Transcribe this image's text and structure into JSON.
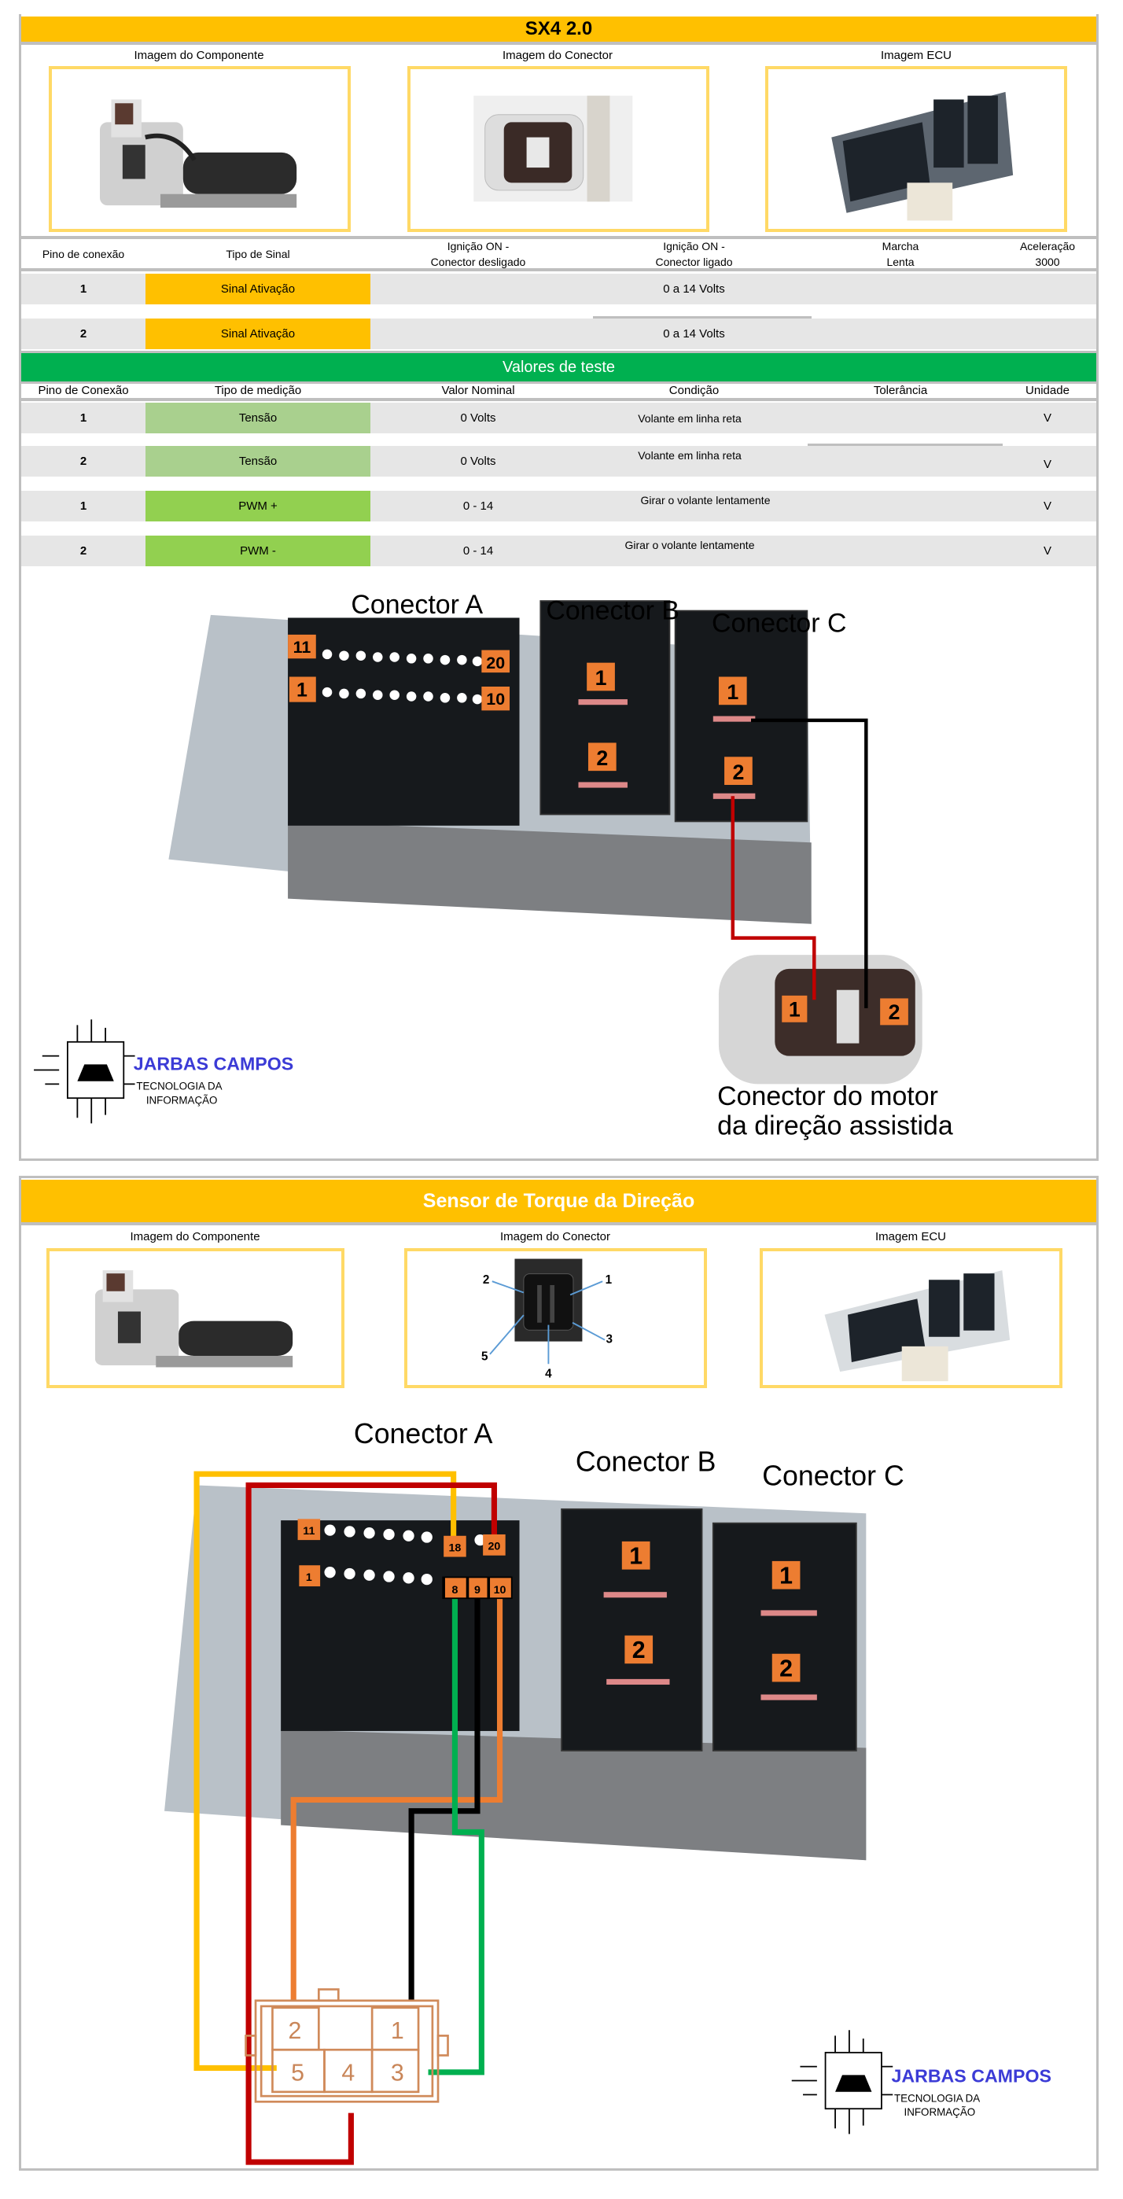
{
  "section1": {
    "title": "SX4 2.0",
    "image_labels": [
      "Imagem do Componente",
      "Imagem do Conector",
      "Imagem ECU"
    ],
    "signal_table": {
      "headers": {
        "pin": "Pino de conexão",
        "type": "Tipo de Sinal",
        "ign_off_1": "Ignição ON -",
        "ign_off_2": "Conector desligado",
        "ign_on_1": "Ignição ON -",
        "ign_on_2": "Conector ligado",
        "idle_1": "Marcha",
        "idle_2": "Lenta",
        "accel_1": "Aceleração",
        "accel_2": "3000"
      },
      "rows": [
        {
          "pin": "1",
          "type": "Sinal Ativação",
          "value": "0 a 14 Volts"
        },
        {
          "pin": "2",
          "type": "Sinal Ativação",
          "value": "0 a 14 Volts"
        }
      ]
    },
    "test_title": "Valores de teste",
    "test_table": {
      "headers": {
        "pin": "Pino de Conexão",
        "type": "Tipo de medição",
        "nominal": "Valor Nominal",
        "condition": "Condição",
        "tolerance": "Tolerância",
        "unit": "Unidade"
      },
      "rows": [
        {
          "pin": "1",
          "type": "Tensão",
          "nominal": "0 Volts",
          "condition": "Volante em linha reta",
          "unit": "V"
        },
        {
          "pin": "2",
          "type": "Tensão",
          "nominal": "0 Volts",
          "condition": "Volante em linha reta",
          "unit": "V"
        },
        {
          "pin": "1",
          "type": "PWM +",
          "nominal": "0 - 14",
          "condition": "Girar o volante lentamente",
          "unit": "V"
        },
        {
          "pin": "2",
          "type": "PWM -",
          "nominal": "0 - 14",
          "condition": "Girar o volante lentamente",
          "unit": "V"
        }
      ]
    },
    "diagram": {
      "connector_a": "Conector A",
      "connector_b": "Conector B",
      "connector_c": "Conector C",
      "pins": {
        "p11": "11",
        "p20": "20",
        "p1": "1",
        "p10": "10",
        "b1": "1",
        "b2": "2",
        "c1": "1",
        "c2": "2",
        "m1": "1",
        "m2": "2"
      },
      "motor_label_1": "Conector do motor",
      "motor_label_2": "da direção assistida"
    }
  },
  "section2": {
    "title": "Sensor de Torque da Direção",
    "image_labels": [
      "Imagem do Componente",
      "Imagem do Conector",
      "Imagem ECU"
    ],
    "connector_pin_labels": {
      "p1": "1",
      "p2": "2",
      "p3": "3",
      "p4": "4",
      "p5": "5"
    },
    "diagram": {
      "connector_a": "Conector A",
      "connector_b": "Conector B",
      "connector_c": "Conector C",
      "pins": {
        "p11": "11",
        "p18": "18",
        "p20": "20",
        "p1": "1",
        "p8": "8",
        "p9": "9",
        "p10": "10",
        "b1": "1",
        "b2": "2",
        "c1": "1",
        "c2": "2"
      },
      "sensor_pins": {
        "s1": "1",
        "s2": "2",
        "s3": "3",
        "s4": "4",
        "s5": "5"
      }
    }
  },
  "logo": {
    "name": "JARBAS CAMPOS",
    "line1": "TECNOLOGIA DA",
    "line2": "INFORMAÇÃO"
  },
  "colors": {
    "title_bar": "#ffc000",
    "green_bar": "#00b050",
    "signal_cell": "#ffc000",
    "tension_cell": "#a9d08e",
    "pwm_cell": "#92d050",
    "badge": "#ed7d31",
    "wire_red": "#c00000",
    "wire_yellow": "#ffc000",
    "wire_green": "#00b050",
    "wire_orange": "#ed7d31"
  }
}
